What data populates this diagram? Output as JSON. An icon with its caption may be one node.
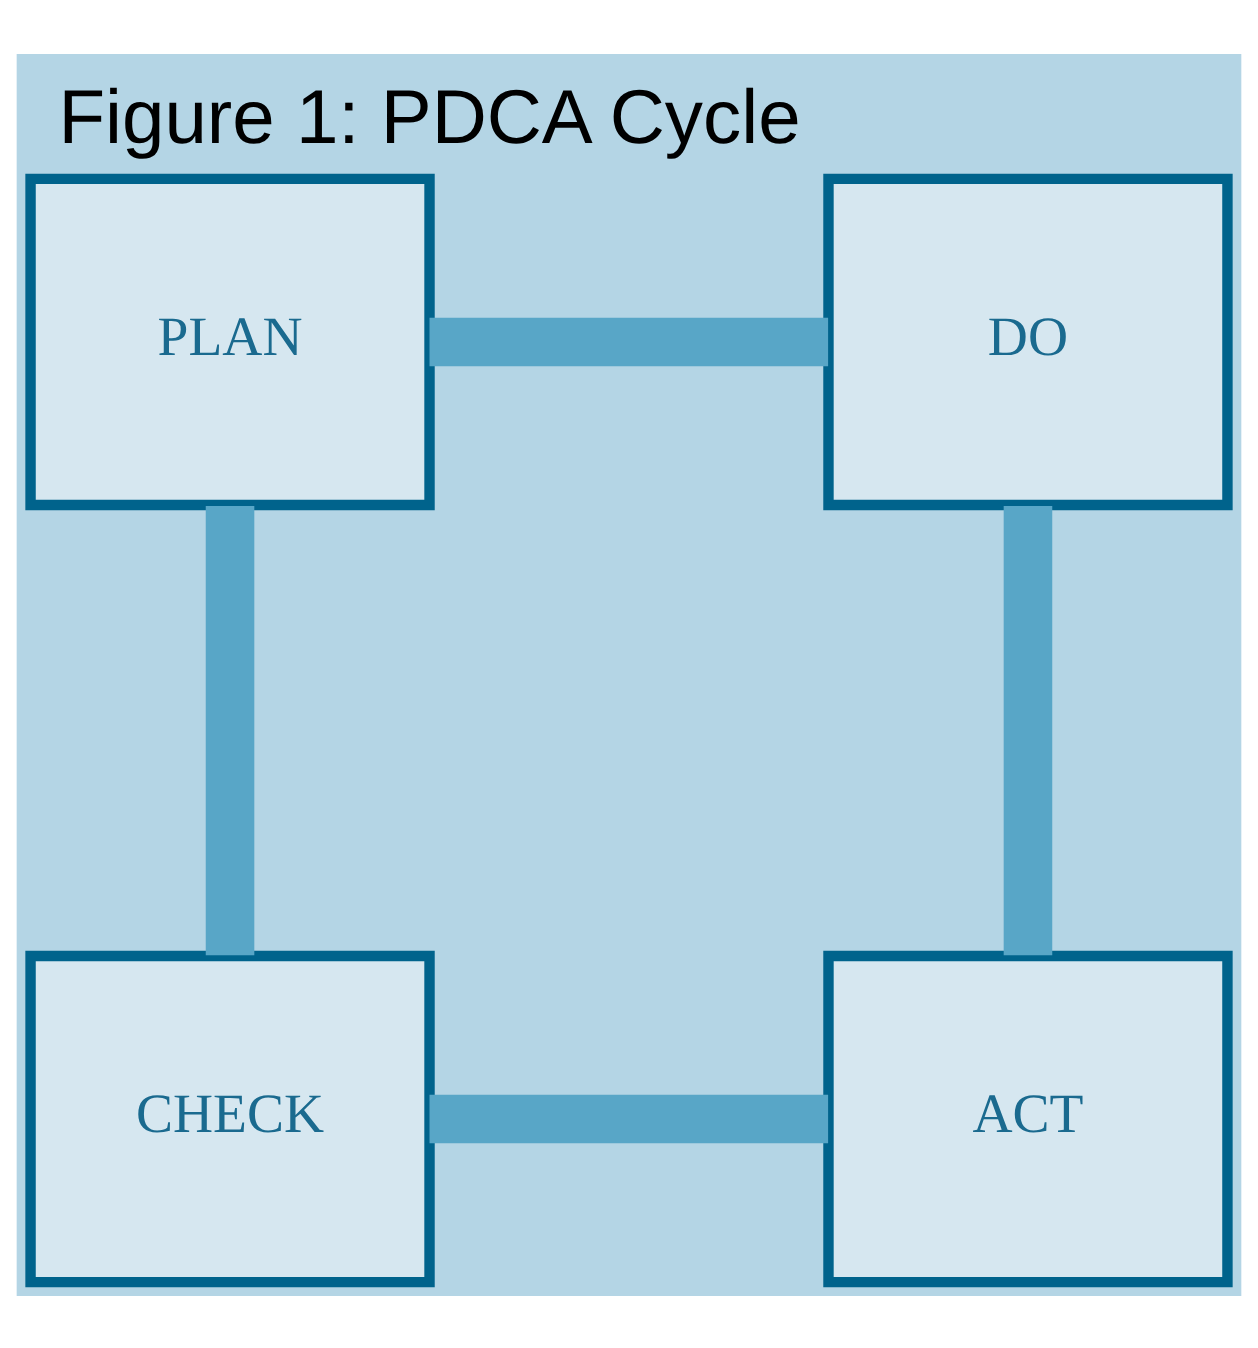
{
  "diagram": {
    "title": "Figure 1: PDCA Cycle",
    "nodes": [
      {
        "text": [
          "PLAN"
        ]
      },
      {
        "text": [
          "DO"
        ]
      },
      {
        "text": [
          "ACT"
        ]
      },
      {
        "text": [
          "CHECK"
        ]
      }
    ],
    "edges": [
      {
        "from": 0,
        "to": 1,
        "arrow": "none"
      },
      {
        "from": 1,
        "to": 2,
        "arrow": "none"
      },
      {
        "from": 2,
        "to": 3,
        "arrow": "none"
      },
      {
        "from": 3,
        "to": 0,
        "arrow": "none"
      }
    ]
  }
}
